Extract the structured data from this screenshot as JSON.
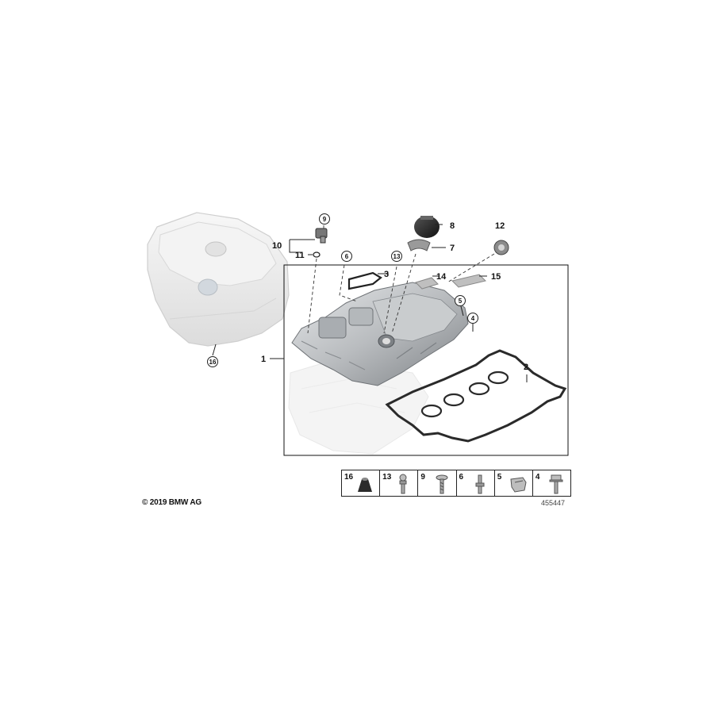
{
  "callouts": {
    "c1": "1",
    "c2": "2",
    "c3": "3",
    "c4": "4",
    "c5": "5",
    "c6": "6",
    "c7": "7",
    "c8": "8",
    "c9": "9",
    "c10": "10",
    "c11": "11",
    "c12": "12",
    "c13": "13",
    "c14": "14",
    "c15": "15",
    "c16": "16"
  },
  "legend": [
    {
      "num": "16",
      "icon": "grommet-icon"
    },
    {
      "num": "13",
      "icon": "ball-stud-icon"
    },
    {
      "num": "9",
      "icon": "screw-icon"
    },
    {
      "num": "6",
      "icon": "stud-icon"
    },
    {
      "num": "5",
      "icon": "clip-icon"
    },
    {
      "num": "4",
      "icon": "bolt-icon"
    }
  ],
  "footer": {
    "copyright": "© 2019 BMW AG",
    "diagram_number": "455447"
  },
  "colors": {
    "line": "#222222",
    "metal_light": "#d6d8da",
    "metal_dark": "#8e9296",
    "cover": "#eeeeee",
    "gasket": "#2a2a2a"
  }
}
